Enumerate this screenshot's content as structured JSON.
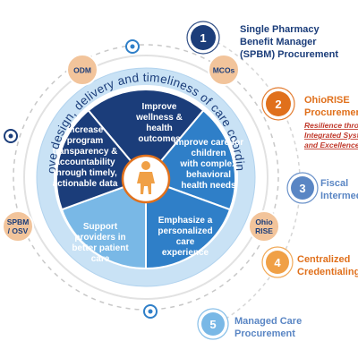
{
  "colors": {
    "navy": "#1b3d7a",
    "blue": "#2f7fc8",
    "light_blue": "#79b8e6",
    "orange": "#f0a046",
    "dark_orange": "#e0701c",
    "red": "#c0392b",
    "ring_blue": "#c9e2f5",
    "badge": "#f2c49b"
  },
  "ring_text": "Improve design, delivery and timeliness of care coordination",
  "center_icon": "person-icon",
  "segments": [
    {
      "id": "wellness",
      "lines": [
        "Improve",
        "wellness &",
        "health",
        "outcomes"
      ]
    },
    {
      "id": "children",
      "lines": [
        "Improve care for",
        "children",
        "with complex",
        "behavioral",
        "health needs"
      ]
    },
    {
      "id": "experience",
      "lines": [
        "Emphasize a",
        "personalized",
        "care",
        "experience"
      ]
    },
    {
      "id": "providers",
      "lines": [
        "Support",
        "providers in",
        "better patient",
        "care"
      ]
    },
    {
      "id": "transparency",
      "lines": [
        "Increase",
        "program",
        "transparency &",
        "accountability",
        "through timely,",
        "actionable data"
      ]
    }
  ],
  "badges": [
    {
      "id": "odm",
      "lines": [
        "ODM"
      ]
    },
    {
      "id": "mcos",
      "lines": [
        "MCOs"
      ]
    },
    {
      "id": "spbm",
      "lines": [
        "SPBM",
        "/ OSV"
      ]
    },
    {
      "id": "ohiorise",
      "lines": [
        "Ohio",
        "RISE"
      ]
    }
  ],
  "steps": [
    {
      "number": "1",
      "title_lines": [
        "Single Pharmacy",
        "Benefit Manager",
        "(SPBM) Procurement"
      ],
      "sub_lines": []
    },
    {
      "number": "2",
      "title_lines": [
        "OhioRISE",
        "Procurement"
      ],
      "sub_lines": [
        "Resilience through",
        "Integrated Systems",
        "and Excellence"
      ]
    },
    {
      "number": "3",
      "title_lines": [
        "Fiscal",
        "Intermediary"
      ],
      "sub_lines": []
    },
    {
      "number": "4",
      "title_lines": [
        "Centralized",
        "Credentialing"
      ],
      "sub_lines": []
    },
    {
      "number": "5",
      "title_lines": [
        "Managed Care",
        "Procurement"
      ],
      "sub_lines": []
    }
  ]
}
